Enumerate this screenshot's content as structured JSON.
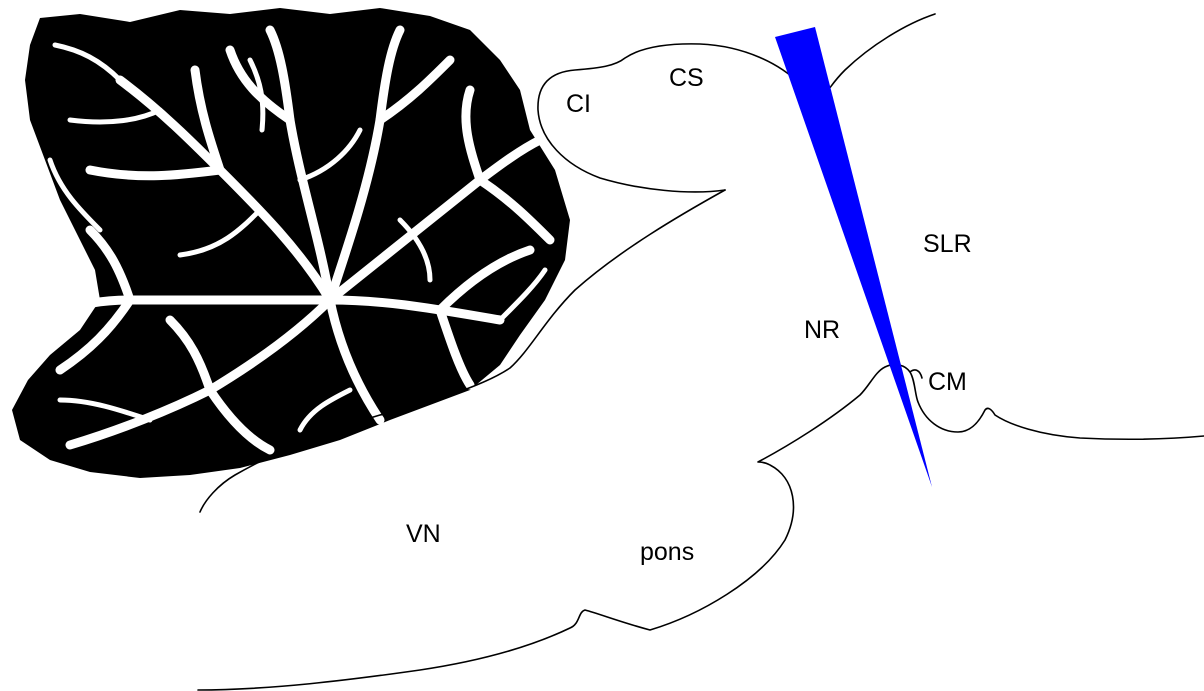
{
  "labels": {
    "ci": "CI",
    "cs": "CS",
    "slr": "SLR",
    "nr": "NR",
    "cm": "CM",
    "vn": "VN",
    "pons": "pons"
  },
  "colors": {
    "electrode": "#0000ff",
    "outline": "#000000",
    "background": "#ffffff"
  }
}
